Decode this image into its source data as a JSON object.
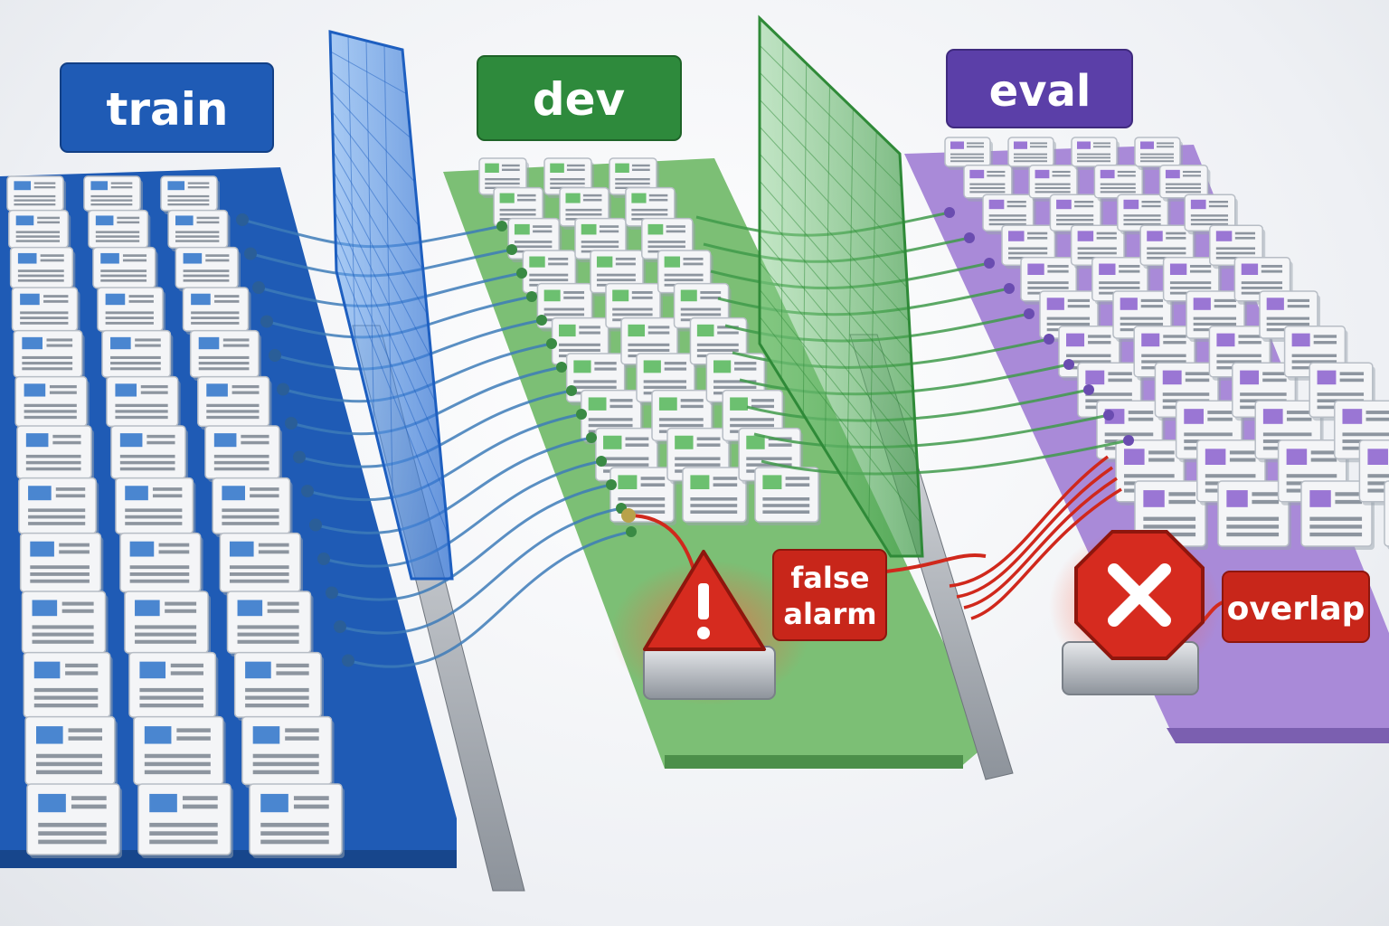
{
  "splits": {
    "train": {
      "label": "train",
      "color": "#1f5bb5",
      "card_accent": "#4a86d0"
    },
    "dev": {
      "label": "dev",
      "color": "#2e8a3c",
      "card_accent": "#6cc070"
    },
    "eval": {
      "label": "eval",
      "color": "#5b3fa8",
      "card_accent": "#9a76d4"
    }
  },
  "alerts": {
    "false_alarm": {
      "line1": "false",
      "line2": "alarm",
      "color": "#d62b1f",
      "icon": "warning-triangle-icon"
    },
    "overlap": {
      "label": "overlap",
      "color": "#d62b1f",
      "icon": "stop-x-icon"
    }
  },
  "colors": {
    "barrier_blue": "#3f84e0",
    "barrier_green": "#4fae55",
    "wire_blue": "#3d7bb8",
    "wire_green": "#3f9a4a",
    "wire_red": "#d0281c",
    "rail": "#9aa0a8"
  }
}
